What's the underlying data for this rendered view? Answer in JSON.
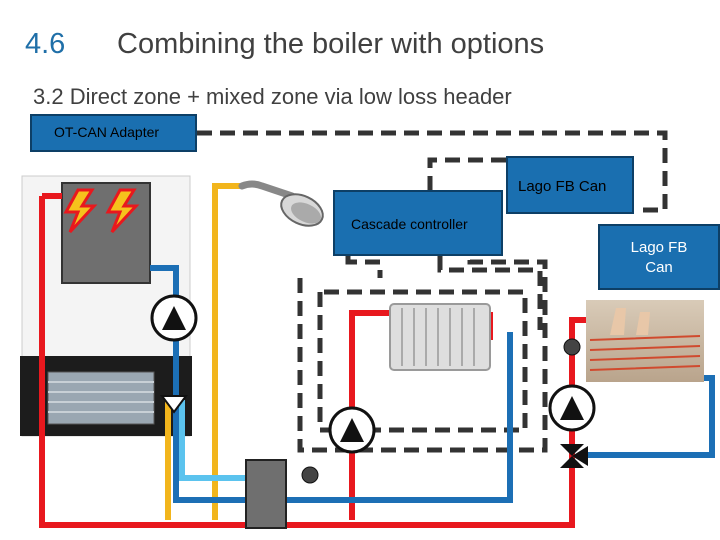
{
  "header": {
    "number": "4.6",
    "title": "Combining the boiler with options"
  },
  "subtitle": "3.2 Direct zone + mixed zone via low loss header",
  "boxes": {
    "ot_can_adapter": "OT-CAN Adapter",
    "lago_fb_can_top": "Lago FB Can",
    "cascade_controller": "Cascade controller",
    "lago_fb_can_right_line1": "Lago FB",
    "lago_fb_can_right_line2": "Can"
  },
  "colors": {
    "flow": "#e8181e",
    "return": "#1c6fb5",
    "return_light": "#5bc3ee",
    "dhw": "#f2b51c",
    "bus": "#333333",
    "accent": "#1f6fa8",
    "box": "#1a6fb0"
  },
  "icons": [
    "lightning-icon",
    "shower-icon",
    "radiator-icon",
    "pump-icon",
    "valve-icon",
    "underfloor-heating-icon",
    "heat-exchanger-icon"
  ]
}
